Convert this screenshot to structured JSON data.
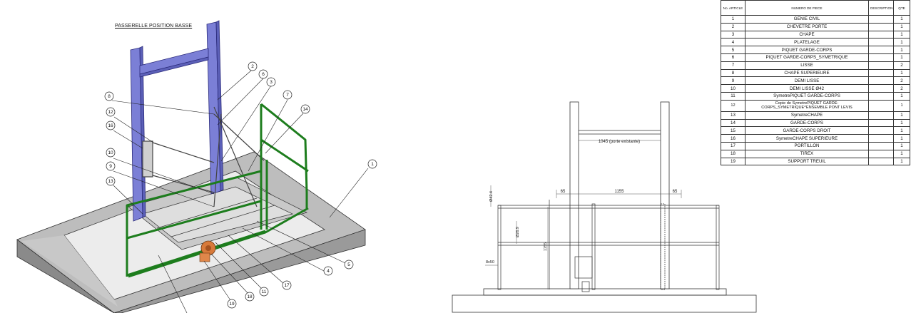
{
  "iso_title": "PASSERELLE POSITION BASSE",
  "callouts": [
    "1",
    "2",
    "3",
    "4",
    "5",
    "6",
    "7",
    "8",
    "9",
    "10",
    "11",
    "12",
    "13",
    "14",
    "16",
    "17",
    "18",
    "19"
  ],
  "dimensions": {
    "door": "1045 (porte existante)",
    "left_gap": "65",
    "center_width": "1155",
    "right_gap": "65",
    "tube_large": "Ø42.4",
    "tube_small": "Ø26.9",
    "height": "1155",
    "flat_bar": "8x50"
  },
  "bom": {
    "headers": [
      "No. ARTICLE",
      "NUMERO DE PIECE",
      "DESCRIPTION",
      "QTE"
    ],
    "rows": [
      {
        "no": "1",
        "part": "GENIE CIVIL",
        "desc": "",
        "qty": "1"
      },
      {
        "no": "2",
        "part": "CHEVETRE PORTE",
        "desc": "",
        "qty": "1"
      },
      {
        "no": "3",
        "part": "CHAPE",
        "desc": "",
        "qty": "1"
      },
      {
        "no": "4",
        "part": "PLATELAGE",
        "desc": "",
        "qty": "1"
      },
      {
        "no": "5",
        "part": "PIQUET GARDE-CORPS",
        "desc": "",
        "qty": "1"
      },
      {
        "no": "6",
        "part": "PIQUET GARDE-CORPS_SYMETRIQUE",
        "desc": "",
        "qty": "1"
      },
      {
        "no": "7",
        "part": "LISSE",
        "desc": "",
        "qty": "2"
      },
      {
        "no": "8",
        "part": "CHAPE SUPERIEURE",
        "desc": "",
        "qty": "1"
      },
      {
        "no": "9",
        "part": "DEMI LISSE",
        "desc": "",
        "qty": "2"
      },
      {
        "no": "10",
        "part": "DEMI LISSE Ø42",
        "desc": "",
        "qty": "2"
      },
      {
        "no": "11",
        "part": "SymetrePIQUET GARDE-CORPS",
        "desc": "",
        "qty": "1"
      },
      {
        "no": "12",
        "part": "Copie de SymetrePIQUET GARDE-CORPS_SYMETRIQUE^ENSEMBLE PONT LEVIS",
        "desc": "",
        "qty": "1"
      },
      {
        "no": "13",
        "part": "SymetreCHAPE",
        "desc": "",
        "qty": "1"
      },
      {
        "no": "14",
        "part": "GARDE-CORPS",
        "desc": "",
        "qty": "1"
      },
      {
        "no": "15",
        "part": "GARDE-CORPS DROIT",
        "desc": "",
        "qty": "1"
      },
      {
        "no": "16",
        "part": "SymetreCHAPE SUPERIEURE",
        "desc": "",
        "qty": "1"
      },
      {
        "no": "17",
        "part": "PORTILLON",
        "desc": "",
        "qty": "1"
      },
      {
        "no": "18",
        "part": "TIREX",
        "desc": "",
        "qty": "1"
      },
      {
        "no": "19",
        "part": "SUPPORT TREUIL",
        "desc": "",
        "qty": "1"
      }
    ]
  }
}
